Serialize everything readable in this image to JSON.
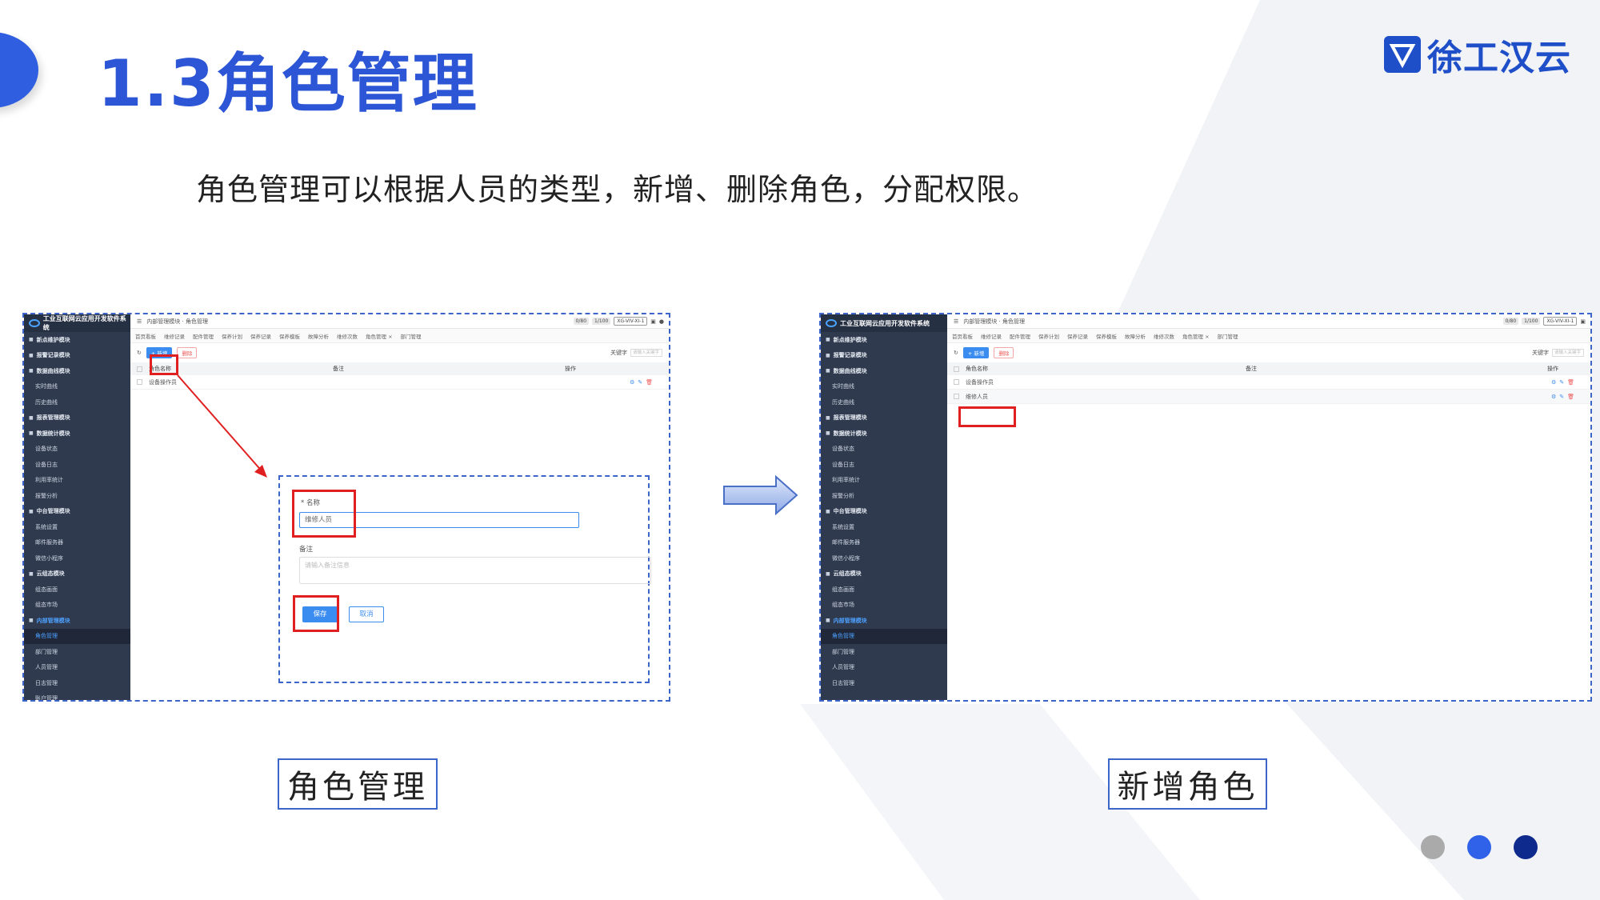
{
  "title": "1.3角色管理",
  "logo_text": "徐工汉云",
  "subtitle": "角色管理可以根据人员的类型，新增、删除角色，分配权限。",
  "captions": {
    "left": "角色管理",
    "right": "新增角色"
  },
  "colors": {
    "accent": "#2c56d6",
    "logo": "#1e4fc9",
    "highlight": "#e02020",
    "dot_gray": "#aaaaaa",
    "dot_blue": "#2f62e8",
    "dot_navy": "#0e2a8c"
  },
  "app": {
    "brand": "工业互联网云应用开发软件系统",
    "breadcrumb_left": "内部管理模块 · 角色管理",
    "breadcrumb_right": "内部管理模块 · 角色管理",
    "top_chips": [
      "0/80",
      "1/100",
      "XG-VIV-XI-1"
    ],
    "tabs": [
      "首页看板",
      "维修记录",
      "配件管理",
      "保养计划",
      "保养记录",
      "保养模板",
      "故障分析",
      "维修次数",
      "角色管理 ×",
      "部门管理"
    ],
    "add_label": "+ 新增",
    "delete_label": "删除",
    "keyword_label": "关键字",
    "search_placeholder": "请输入关键字",
    "col_name": "角色名称",
    "col_remark": "备注",
    "col_op": "操作",
    "row1": "设备操作员",
    "row2": "维修人员",
    "sidebar_left": [
      {
        "label": "新点维护模块",
        "type": "group"
      },
      {
        "label": "报警记录模块",
        "type": "group"
      },
      {
        "label": "数据曲线模块",
        "type": "group"
      },
      {
        "label": "实时曲线",
        "type": "item"
      },
      {
        "label": "历史曲线",
        "type": "item"
      },
      {
        "label": "报表管理模块",
        "type": "group"
      },
      {
        "label": "数据统计模块",
        "type": "group"
      },
      {
        "label": "设备状态",
        "type": "item"
      },
      {
        "label": "设备日志",
        "type": "item"
      },
      {
        "label": "利用率统计",
        "type": "item"
      },
      {
        "label": "报警分析",
        "type": "item"
      },
      {
        "label": "中台管理模块",
        "type": "group"
      },
      {
        "label": "系统设置",
        "type": "item"
      },
      {
        "label": "邮件服务器",
        "type": "item"
      },
      {
        "label": "微信小程序",
        "type": "item"
      },
      {
        "label": "云组态模块",
        "type": "group"
      },
      {
        "label": "组态画面",
        "type": "item"
      },
      {
        "label": "组态市场",
        "type": "item"
      },
      {
        "label": "内部管理模块",
        "type": "open"
      },
      {
        "label": "角色管理",
        "type": "active"
      },
      {
        "label": "部门管理",
        "type": "item"
      },
      {
        "label": "人员管理",
        "type": "item"
      },
      {
        "label": "日志管理",
        "type": "item"
      },
      {
        "label": "账户管理",
        "type": "item"
      }
    ],
    "sidebar_right": [
      {
        "label": "新点维护模块",
        "type": "group"
      },
      {
        "label": "报警记录模块",
        "type": "group"
      },
      {
        "label": "数据曲线模块",
        "type": "group"
      },
      {
        "label": "实时曲线",
        "type": "item"
      },
      {
        "label": "历史曲线",
        "type": "item"
      },
      {
        "label": "报表管理模块",
        "type": "group"
      },
      {
        "label": "数据统计模块",
        "type": "group"
      },
      {
        "label": "设备状态",
        "type": "item"
      },
      {
        "label": "设备日志",
        "type": "item"
      },
      {
        "label": "利用率统计",
        "type": "item"
      },
      {
        "label": "报警分析",
        "type": "item"
      },
      {
        "label": "中台管理模块",
        "type": "group"
      },
      {
        "label": "系统设置",
        "type": "item"
      },
      {
        "label": "邮件服务器",
        "type": "item"
      },
      {
        "label": "微信小程序",
        "type": "item"
      },
      {
        "label": "云组态模块",
        "type": "group"
      },
      {
        "label": "组态画面",
        "type": "item"
      },
      {
        "label": "组态市场",
        "type": "item"
      },
      {
        "label": "内部管理模块",
        "type": "open"
      },
      {
        "label": "角色管理",
        "type": "active"
      },
      {
        "label": "部门管理",
        "type": "item"
      },
      {
        "label": "人员管理",
        "type": "item"
      },
      {
        "label": "日志管理",
        "type": "item"
      }
    ],
    "form": {
      "name_label": "* 名称",
      "name_value": "维修人员",
      "remark_label": "备注",
      "remark_placeholder": "请输入备注信息",
      "save_label": "保存",
      "cancel_label": "取消"
    }
  }
}
